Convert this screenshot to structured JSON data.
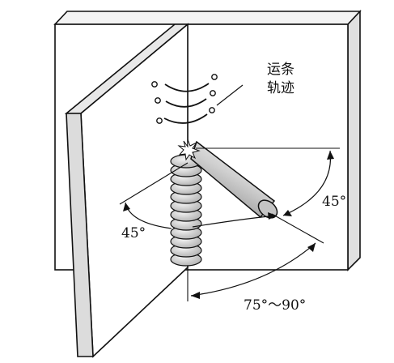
{
  "labels": {
    "motion_line1": "运条",
    "motion_line2": "轨迹",
    "angle_vertical": "45°",
    "angle_horizontal": "45°",
    "angle_travel": "75°～90°"
  }
}
